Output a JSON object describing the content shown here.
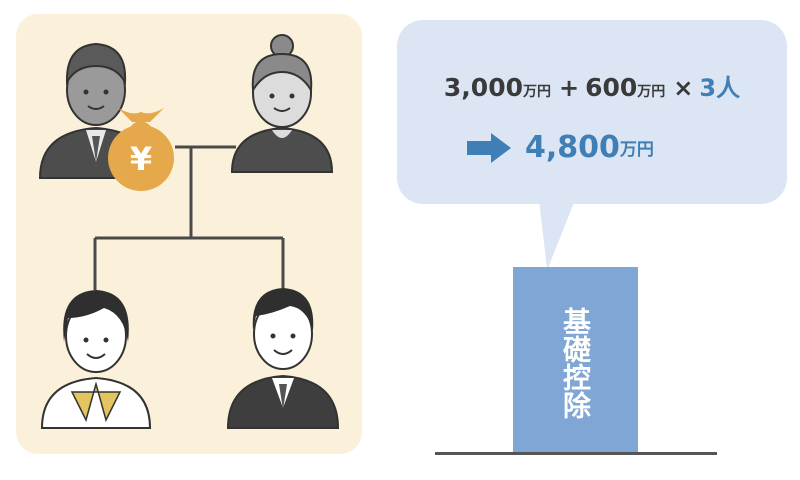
{
  "inheritance": {
    "currency_symbol": "¥",
    "formula": {
      "base_amount": "3,000",
      "base_unit": "万円",
      "plus": "+",
      "per_heir_amount": "600",
      "per_heir_unit": "万円",
      "times": "×",
      "heirs": "3人"
    },
    "result": {
      "amount": "4,800",
      "unit": "万円"
    },
    "bar_label": "基礎控除"
  },
  "colors": {
    "panel_bg": "#fbf1db",
    "callout_bg": "#dce5f3",
    "accent_blue": "#3f7fb5",
    "bar_blue": "#7fa6d4",
    "money_bag": "#e5a84a"
  }
}
